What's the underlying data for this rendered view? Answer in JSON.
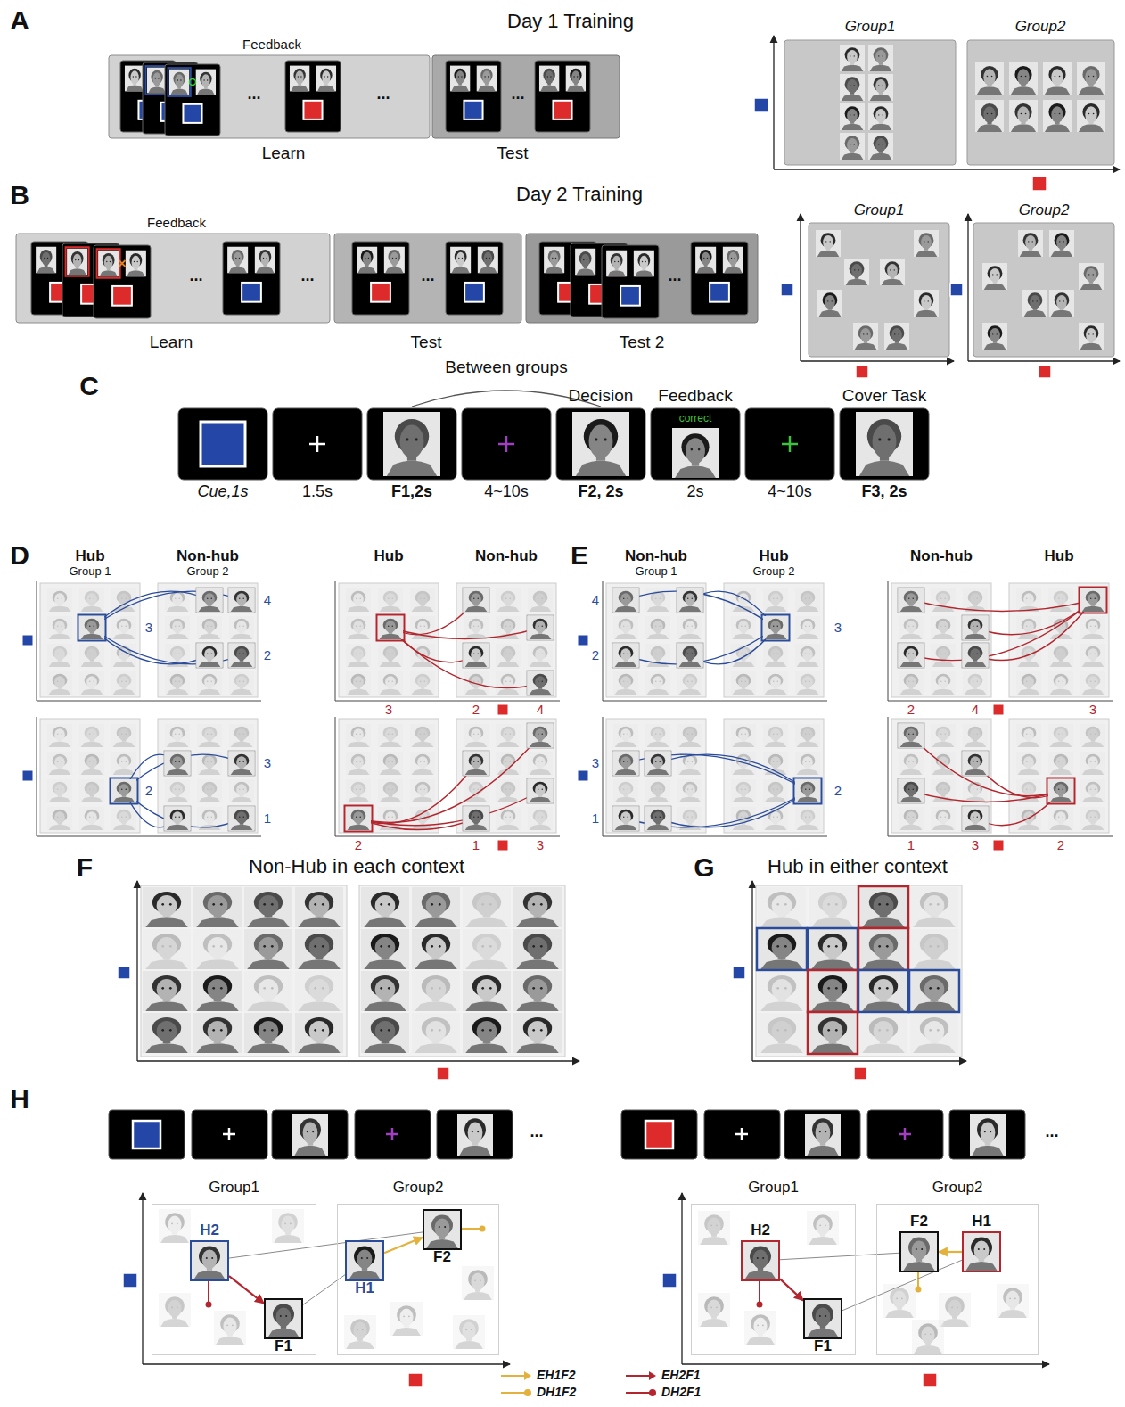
{
  "diagram": {
    "nodes": [
      {
        "text": [
          "Group1"
        ]
      },
      {
        "text": [
          "H2"
        ],
        "in": 0
      },
      {
        "text": [
          "F1"
        ],
        "in": 0
      },
      {
        "text": [
          "Group2"
        ]
      },
      {
        "text": [
          "F2"
        ],
        "in": 3
      },
      {
        "text": [
          "H1"
        ],
        "in": 3
      },
      {
        "text": [
          "Group1"
        ]
      },
      {
        "text": [
          "H2"
        ],
        "in": 6
      },
      {
        "text": [
          "F1"
        ],
        "in": 6
      },
      {
        "text": [
          "Group2"
        ]
      },
      {
        "text": [
          "F2"
        ],
        "in": 9
      },
      {
        "text": [
          "H1"
        ],
        "in": 9
      }
    ],
    "edges": [
      {
        "from": 1,
        "to": 2,
        "arrow": "to"
      },
      {
        "from": 5,
        "to": 4,
        "arrow": "to"
      },
      {
        "from": 1,
        "to": 4,
        "arrow": "none"
      },
      {
        "from": 2,
        "to": 5,
        "arrow": "none"
      },
      {
        "from": 7,
        "to": 8,
        "arrow": "to"
      },
      {
        "from": 11,
        "to": 10,
        "arrow": "to"
      },
      {
        "from": 7,
        "to": 10,
        "arrow": "none"
      },
      {
        "from": 8,
        "to": 11,
        "arrow": "none"
      }
    ],
    "labels": [
      "A",
      "Day 1 Training",
      "Feedback",
      "...",
      "...",
      "...",
      "Learn",
      "Test",
      "Group1",
      "Group2",
      "B",
      "Day 2 Training",
      "Feedback",
      "...",
      "...",
      "...",
      "...",
      "Learn",
      "Test",
      "Test 2",
      "Group1",
      "Group2",
      "C",
      "Between groups",
      "Decision",
      "Feedback",
      "Cover Task",
      "correct",
      "Cue,1s",
      "1.5s",
      "F1,2s",
      "4~10s",
      "F2, 2s",
      "2s",
      "4~10s",
      "F3, 2s",
      "D",
      "Hub",
      "Group 1",
      "Non-hub",
      "Group 2",
      "Hub",
      "Non-hub",
      "4",
      "3",
      "2",
      "3",
      "2",
      "4",
      "3",
      "2",
      "1",
      "2",
      "1",
      "3",
      "E",
      "Non-hub",
      "Group 1",
      "Hub",
      "Group 2",
      "Non-hub",
      "Hub",
      "4",
      "2",
      "3",
      "2",
      "4",
      "3",
      "3",
      "1",
      "2",
      "1",
      "3",
      "2",
      "F",
      "Non-Hub in each context",
      "G",
      "Hub in either context",
      "H",
      "...",
      "..."
    ],
    "legend": [
      {
        "text": "EH1F2"
      },
      {
        "text": "EH2F1"
      },
      {
        "text": "DH1F2"
      },
      {
        "text": "DH2F1"
      }
    ]
  }
}
